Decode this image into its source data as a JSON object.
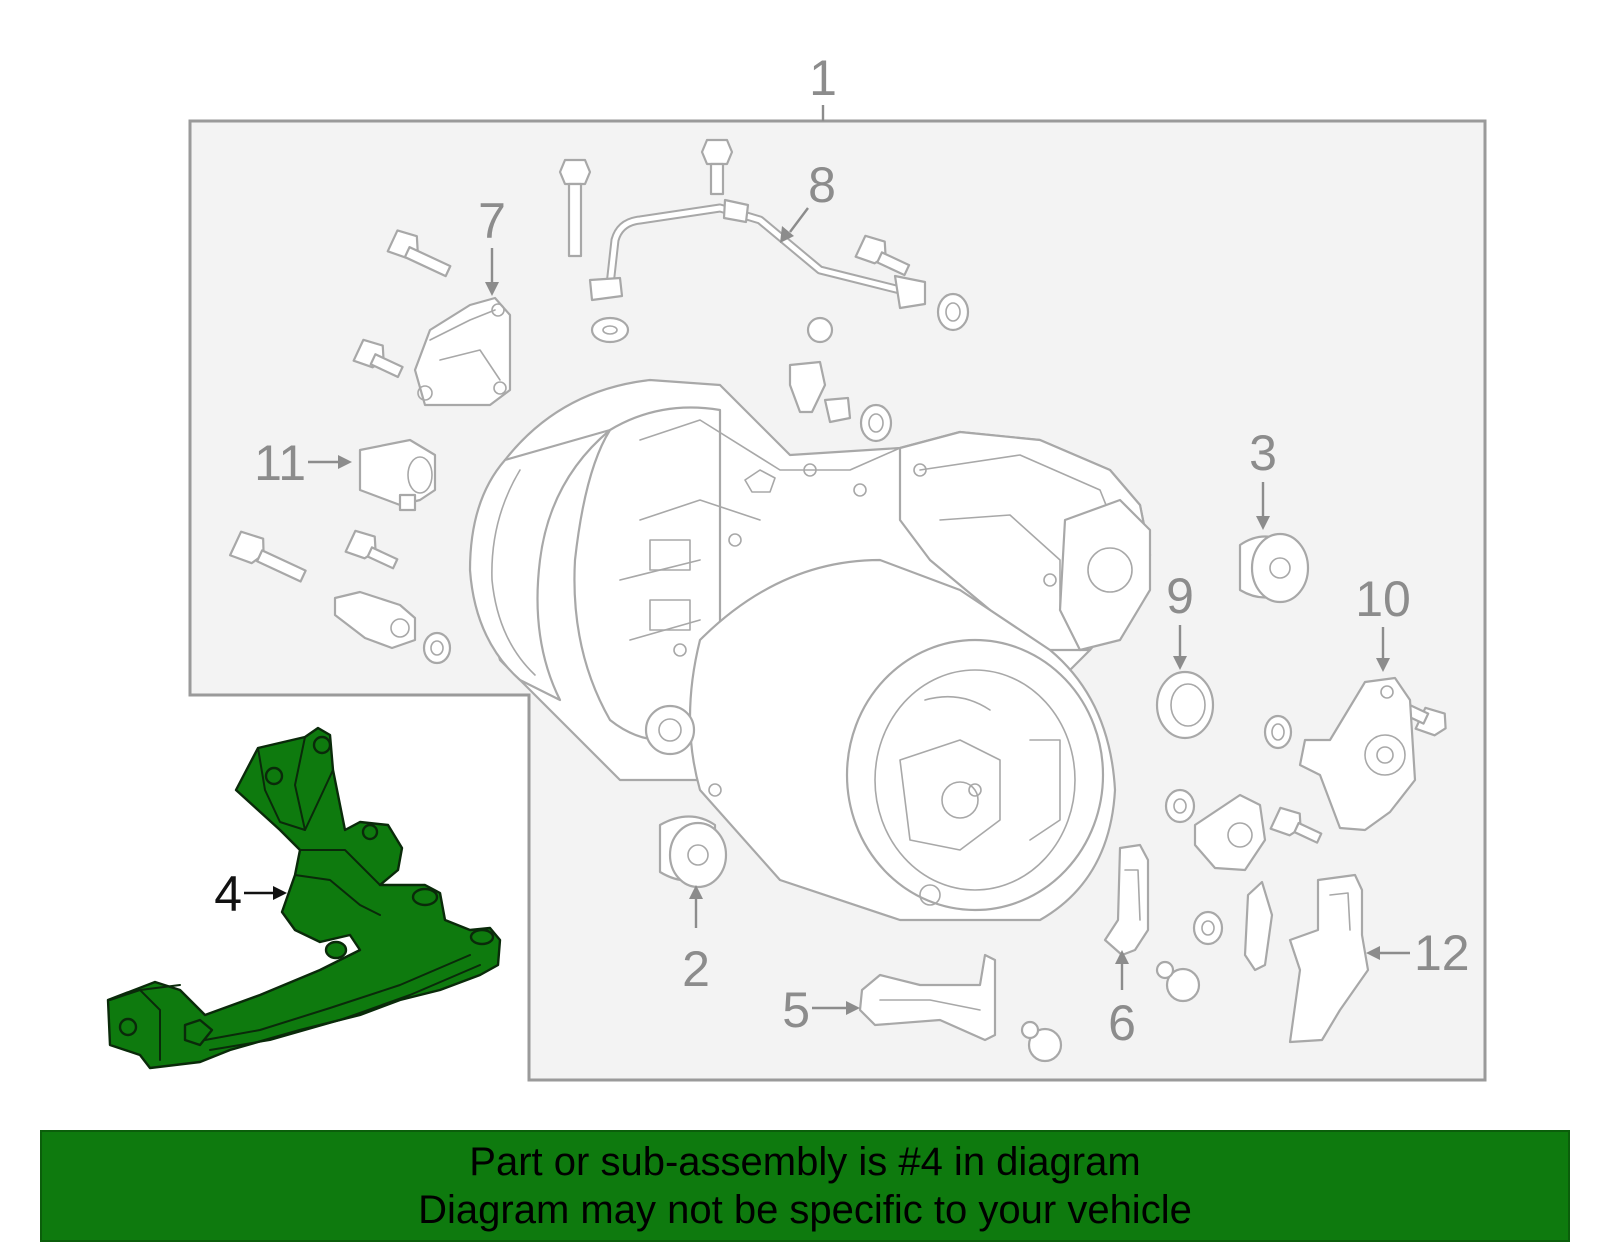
{
  "diagram": {
    "callouts": {
      "c1": "1",
      "c2": "2",
      "c3": "3",
      "c4": "4",
      "c5": "5",
      "c6": "6",
      "c7": "7",
      "c8": "8",
      "c9": "9",
      "c10": "10",
      "c11": "11",
      "c12": "12"
    },
    "highlighted_part": "4",
    "colors": {
      "highlight": "#0e7a0e",
      "outline": "#a8a8a8",
      "label": "#8c8c8c",
      "banner": "#0e7a0e"
    }
  },
  "banner": {
    "line1": "Part or sub-assembly is #4 in diagram",
    "line2": "Diagram may not be specific to your vehicle"
  }
}
